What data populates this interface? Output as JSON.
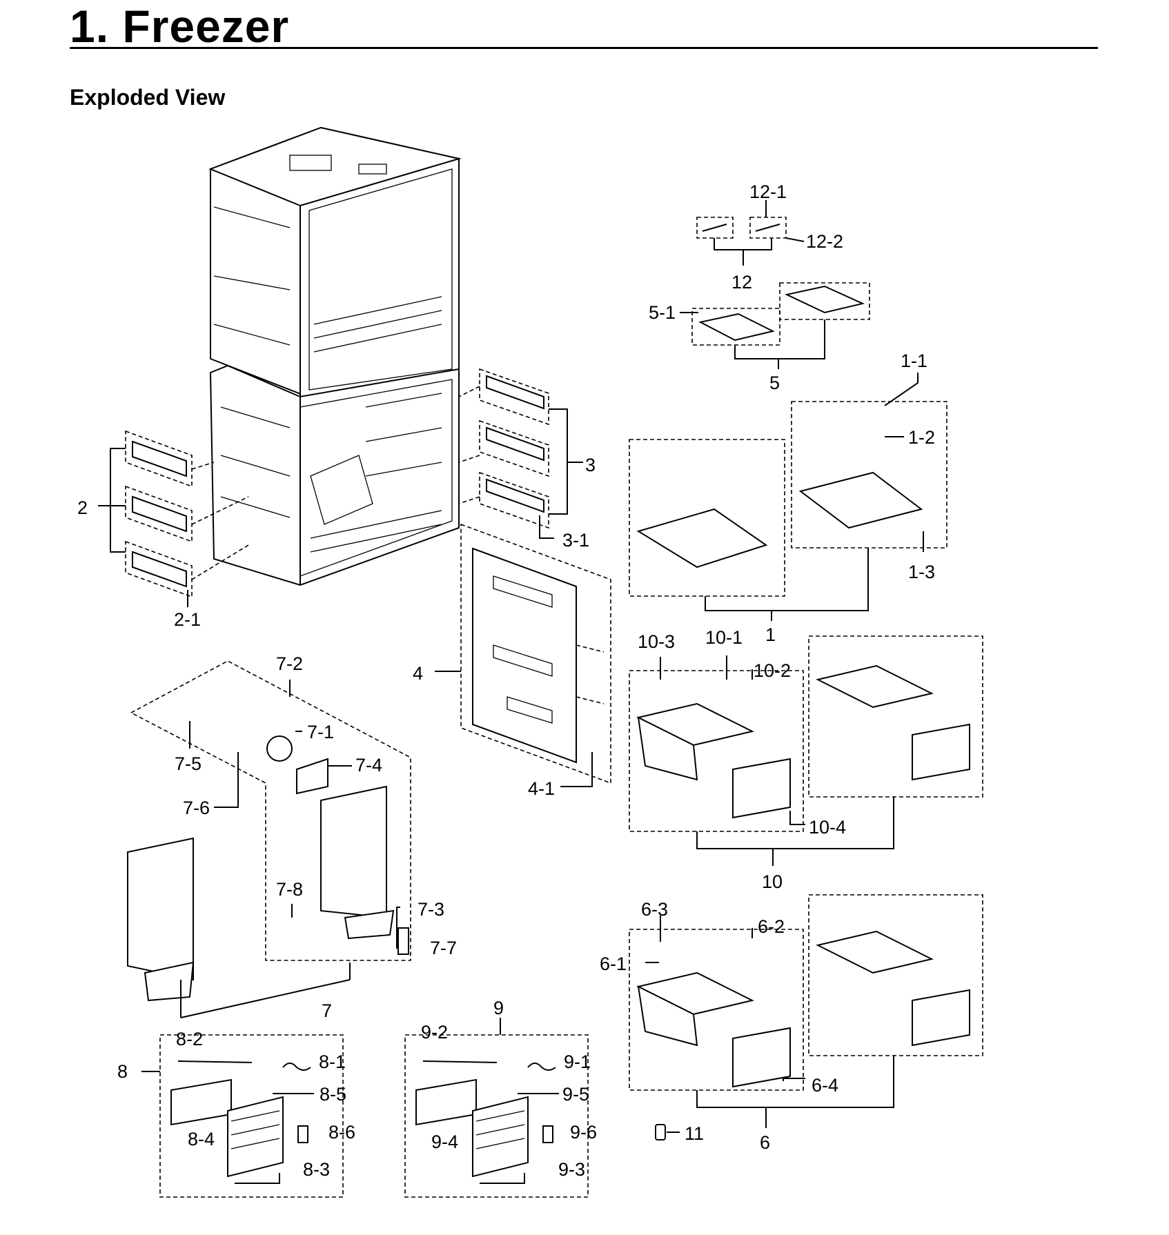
{
  "title": "1.  Freezer",
  "subtitle": "Exploded View",
  "labels": {
    "p1": "1",
    "p1_1": "1-1",
    "p1_2": "1-2",
    "p1_3": "1-3",
    "p2": "2",
    "p2_1": "2-1",
    "p3": "3",
    "p3_1": "3-1",
    "p4": "4",
    "p4_1": "4-1",
    "p5": "5",
    "p5_1": "5-1",
    "p6": "6",
    "p6_1": "6-1",
    "p6_2": "6-2",
    "p6_3": "6-3",
    "p6_4": "6-4",
    "p7": "7",
    "p7_1": "7-1",
    "p7_2": "7-2",
    "p7_3": "7-3",
    "p7_4": "7-4",
    "p7_5": "7-5",
    "p7_6": "7-6",
    "p7_7": "7-7",
    "p7_8": "7-8",
    "p8": "8",
    "p8_1": "8-1",
    "p8_2": "8-2",
    "p8_3": "8-3",
    "p8_4": "8-4",
    "p8_5": "8-5",
    "p8_6": "8-6",
    "p9": "9",
    "p9_1": "9-1",
    "p9_2": "9-2",
    "p9_3": "9-3",
    "p9_4": "9-4",
    "p9_5": "9-5",
    "p9_6": "9-6",
    "p10": "10",
    "p10_1": "10-1",
    "p10_2": "10-2",
    "p10_3": "10-3",
    "p10_4": "10-4",
    "p11": "11",
    "p12": "12",
    "p12_1": "12-1",
    "p12_2": "12-2"
  }
}
